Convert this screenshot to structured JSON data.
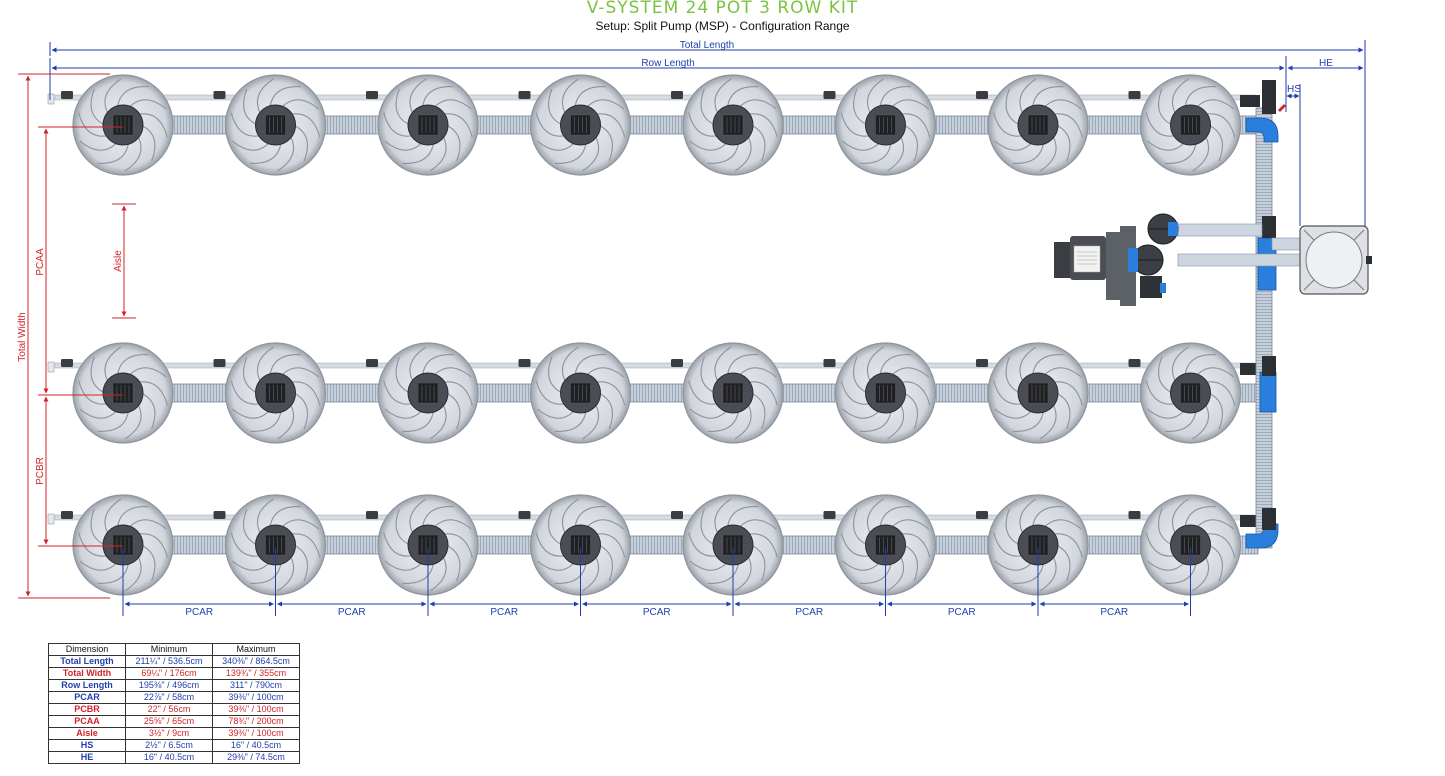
{
  "title": "V-SYSTEM 24 POT 3 ROW KIT",
  "subtitle": "Setup: Split Pump (MSP) - Configuration Range",
  "dimension_labels": {
    "total_length": "Total Length",
    "row_length": "Row Length",
    "he": "HE",
    "hs": "HS",
    "total_width": "Total Width",
    "pcaa": "PCAA",
    "aisle": "Aisle",
    "pcbr": "PCBR",
    "pcar": "PCAR"
  },
  "colors": {
    "blue": "#1f3fae",
    "red": "#d2232a",
    "title": "#7cc242",
    "pot": "#d6d9de",
    "pipe": "#c9d3df"
  },
  "rows": 3,
  "pots_per_row": 8,
  "table": {
    "headers": [
      "Dimension",
      "Minimum",
      "Maximum"
    ],
    "rows": [
      {
        "name": "Total Length",
        "min": "211¼\" / 536.5cm",
        "max": "340⅜\" / 864.5cm",
        "color": "blue"
      },
      {
        "name": "Total Width",
        "min": "69¼\" / 176cm",
        "max": "139¾\" / 355cm",
        "color": "red"
      },
      {
        "name": "Row Length",
        "min": "195⅜\" / 496cm",
        "max": "311\" / 790cm",
        "color": "blue"
      },
      {
        "name": "PCAR",
        "min": "22⅞\" / 58cm",
        "max": "39⅜\" / 100cm",
        "color": "blue"
      },
      {
        "name": "PCBR",
        "min": "22\" / 56cm",
        "max": "39⅜\" / 100cm",
        "color": "red"
      },
      {
        "name": "PCAA",
        "min": "25⅝\" / 65cm",
        "max": "78¾\" / 200cm",
        "color": "red"
      },
      {
        "name": "Aisle",
        "min": "3½\" / 9cm",
        "max": "39⅜\" / 100cm",
        "color": "red"
      },
      {
        "name": "HS",
        "min": "2½\" / 6.5cm",
        "max": "16\" / 40.5cm",
        "color": "blue"
      },
      {
        "name": "HE",
        "min": "16\" / 40.5cm",
        "max": "29⅜\" / 74.5cm",
        "color": "blue"
      }
    ]
  }
}
